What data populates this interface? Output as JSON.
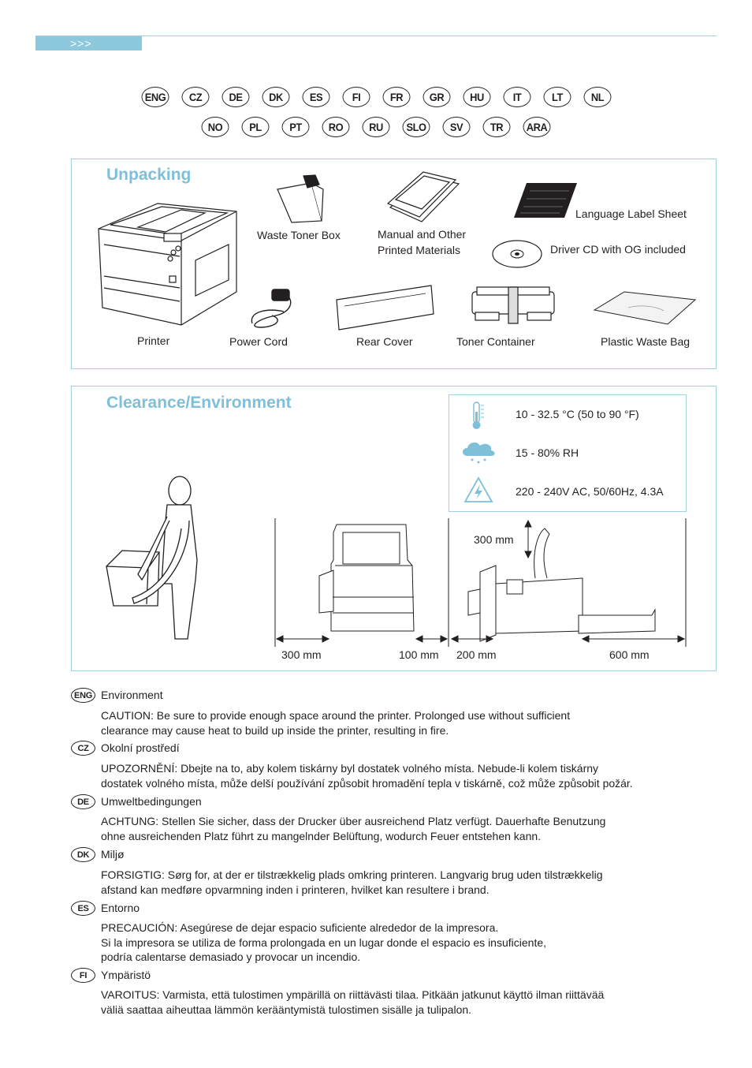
{
  "header": {
    "arrows": ">>>"
  },
  "languages_row1": [
    "ENG",
    "CZ",
    "DE",
    "DK",
    "ES",
    "FI",
    "FR",
    "GR",
    "HU",
    "IT",
    "LT",
    "NL"
  ],
  "languages_row2": [
    "NO",
    "PL",
    "PT",
    "RO",
    "RU",
    "SLO",
    "SV",
    "TR",
    "ARA"
  ],
  "unpacking": {
    "title": "Unpacking",
    "items": {
      "printer": "Printer",
      "waste_toner_box": "Waste Toner Box",
      "manual_line1": "Manual and Other",
      "manual_line2": "Printed Materials",
      "language_label_sheet": "Language Label Sheet",
      "driver_cd": "Driver CD with OG included",
      "power_cord": "Power Cord",
      "rear_cover": "Rear Cover",
      "toner_container": "Toner Container",
      "plastic_waste_bag": "Plastic Waste Bag"
    }
  },
  "clearance": {
    "title": "Clearance/Environment",
    "temperature": "10 - 32.5 °C (50 to 90 °F)",
    "humidity": "15 - 80% RH",
    "power": "220 - 240V AC, 50/60Hz, 4.3A",
    "top": "300 mm",
    "left": "300 mm",
    "right_front": "100 mm",
    "rear": "200 mm",
    "front": "600 mm"
  },
  "sections": [
    {
      "code": "ENG",
      "title": "Environment",
      "body": "CAUTION: Be sure to provide enough space around the printer. Prolonged use without sufficient\nclearance may cause heat to build up inside the printer, resulting in fire."
    },
    {
      "code": "CZ",
      "title": "Okolní prostředí",
      "body": "UPOZORNĚNÍ: Dbejte na to, aby kolem tiskárny byl dostatek volného místa. Nebude-li kolem tiskárny\ndostatek volného místa, může delší používání způsobit hromadění tepla v tiskárně, což může způsobit požár."
    },
    {
      "code": "DE",
      "title": "Umweltbedingungen",
      "body": "ACHTUNG: Stellen Sie sicher, dass der Drucker über ausreichend Platz verfügt. Dauerhafte Benutzung\nohne ausreichenden Platz führt zu mangelnder Belüftung, wodurch Feuer entstehen kann."
    },
    {
      "code": "DK",
      "title": "Miljø",
      "body": "FORSIGTIG: Sørg for, at der er tilstrækkelig plads omkring printeren. Langvarig brug uden tilstrækkelig\nafstand kan medføre opvarmning inden i printeren, hvilket kan resultere i brand."
    },
    {
      "code": "ES",
      "title": "Entorno",
      "body": "PRECAUCIÓN: Asegúrese de dejar espacio suficiente alrededor de la impresora.\nSi la impresora se utiliza de forma prolongada en un lugar donde el espacio es insuficiente,\npodría calentarse demasiado y provocar un incendio."
    },
    {
      "code": "FI",
      "title": "Ympäristö",
      "body": "VAROITUS: Varmista, että tulostimen ympärillä on riittävästi tilaa. Pitkään jatkunut käyttö ilman riittävää\nväliä saattaa aiheuttaa lämmön kerääntymistä tulostimen sisälle ja tulipalon."
    }
  ]
}
